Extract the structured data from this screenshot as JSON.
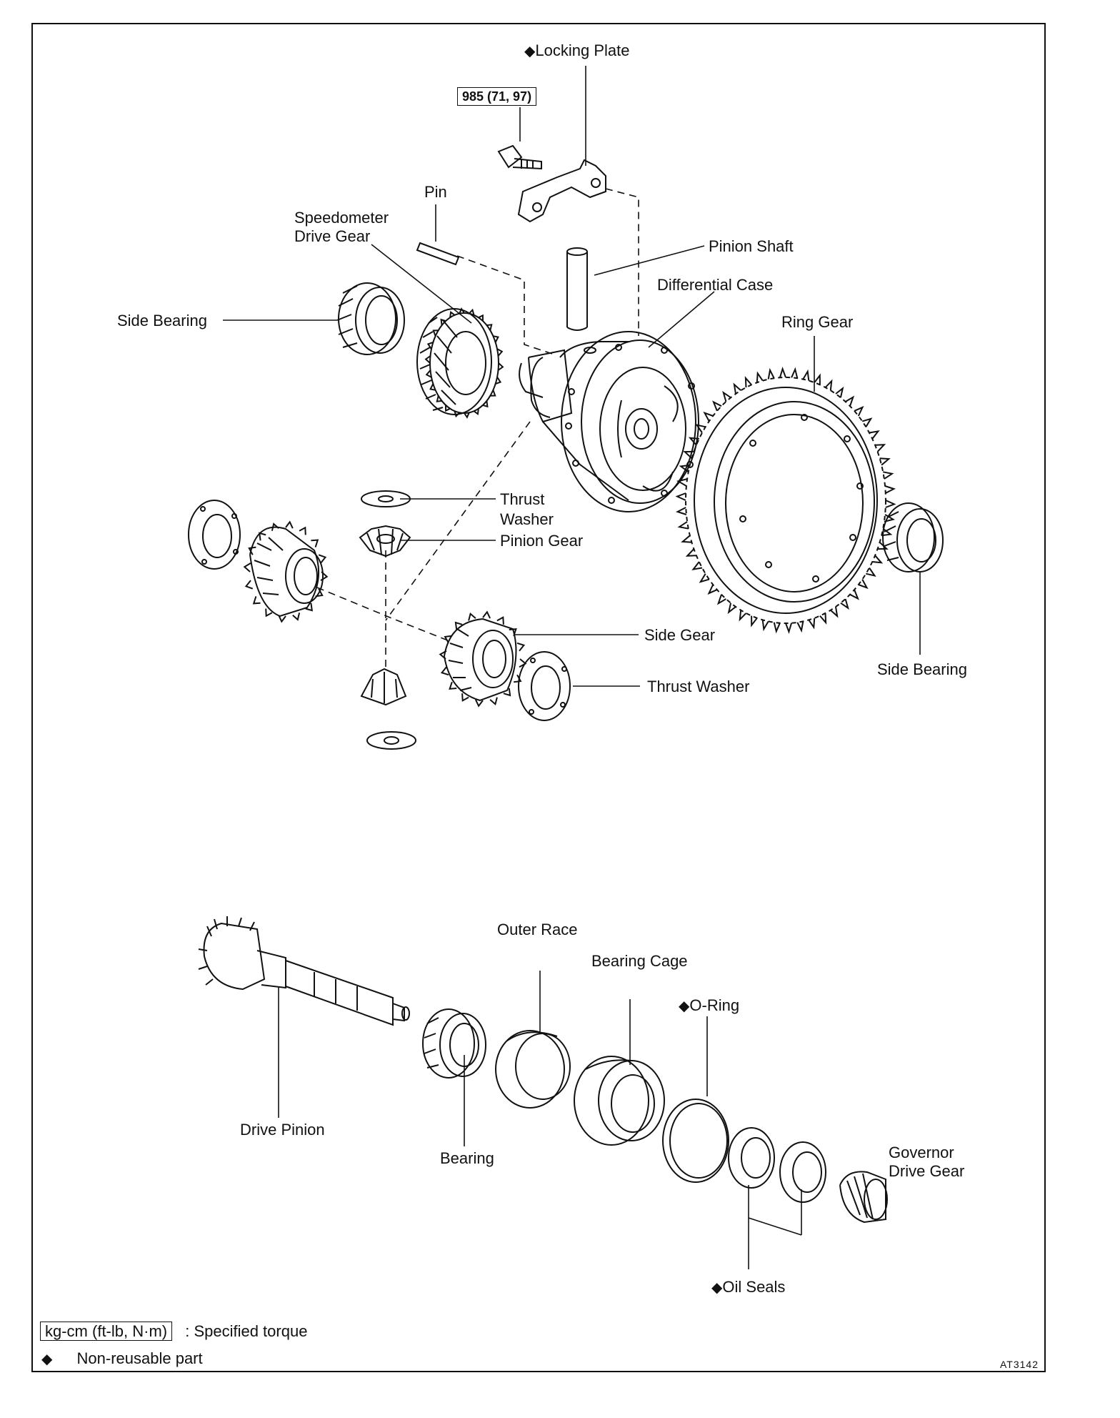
{
  "labels": {
    "locking_plate": "Locking Plate",
    "torque_value": "985 (71, 97)",
    "pin": "Pin",
    "speedometer_drive_gear_1": "Speedometer",
    "speedometer_drive_gear_2": "Drive Gear",
    "pinion_shaft": "Pinion Shaft",
    "differential_case": "Differential Case",
    "ring_gear": "Ring Gear",
    "side_bearing_left": "Side Bearing",
    "thrust_washer_top_1": "Thrust",
    "thrust_washer_top_2": "Washer",
    "pinion_gear": "Pinion Gear",
    "side_gear": "Side Gear",
    "thrust_washer_bottom": "Thrust Washer",
    "side_bearing_right": "Side Bearing",
    "outer_race": "Outer Race",
    "bearing_cage": "Bearing Cage",
    "o_ring": "O-Ring",
    "drive_pinion": "Drive Pinion",
    "bearing": "Bearing",
    "governor_drive_gear_1": "Governor",
    "governor_drive_gear_2": "Drive Gear",
    "oil_seals": "Oil Seals"
  },
  "non_reusable_mark": "◆",
  "legend": {
    "torque_unit": "kg-cm (ft-lb, N·m)",
    "torque_desc": ": Specified torque",
    "nonreusable_symbol": "◆",
    "nonreusable_desc": "Non-reusable part"
  },
  "figure_code": "AT3142"
}
